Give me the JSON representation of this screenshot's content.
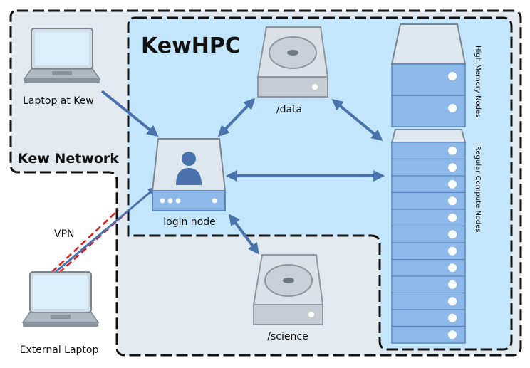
{
  "labels": {
    "kewhpc": "KewHPC",
    "kew_network": "Kew Network",
    "laptop_kew": "Laptop at Kew",
    "external_laptop": "External Laptop",
    "login_node": "login node",
    "data": "/data",
    "science": "/science",
    "vpn": "VPN",
    "high_memory": "High Memory Nodes",
    "regular_compute": "Regular Compute Nodes"
  },
  "colors": {
    "kew_network_fill": "#e2e9ef",
    "hpc_fill": "#c3e6fc",
    "node_fill": "#8db8ea",
    "node_stroke": "#5b88c0",
    "arrow": "#4a73ad",
    "vpn": "#e01c1c",
    "title": "#4f7bb6",
    "disk_fill": "#dbe1e6",
    "disk_stroke": "#8f979e"
  },
  "icons": {
    "laptop": "laptop-icon",
    "disk": "disk-drive-icon",
    "server": "server-icon",
    "user": "user-icon"
  }
}
